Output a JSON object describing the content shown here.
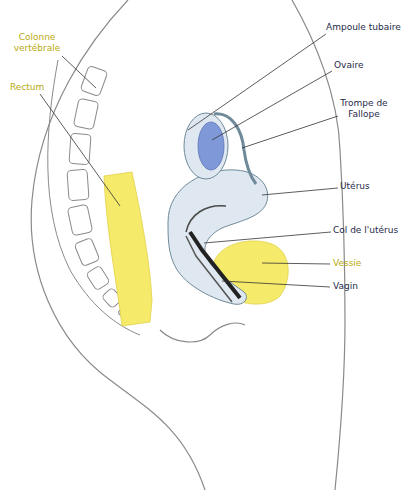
{
  "diagram": {
    "labels": [
      "Colonne vertébrale",
      "Rectum",
      "Ampoule tubaire",
      "Ovaire",
      "Trompe de Fallope",
      "Utérus",
      "Col de l'utérus",
      "Vessie",
      "Vagin"
    ]
  }
}
